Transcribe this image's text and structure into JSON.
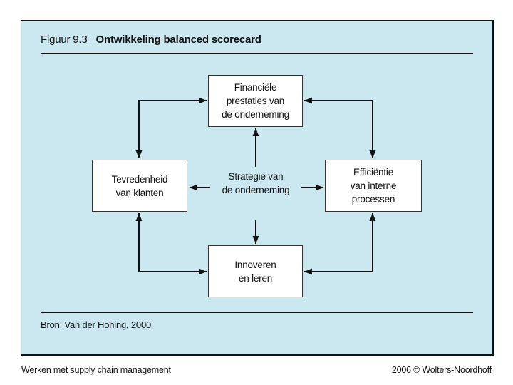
{
  "slide": {
    "figure": {
      "label": "Figuur 9.3",
      "title": "Ontwikkeling balanced scorecard",
      "source": "Bron: Van der Honing, 2000"
    },
    "diagram": {
      "type": "cycle-diagram",
      "nodes": {
        "top": "Financiële\nprestaties van\nde onderneming",
        "left": "Tevredenheid\nvan klanten",
        "center": "Strategie van\nde onderneming",
        "right": "Efficiëntie\nvan interne\nprocessen",
        "bottom": "Innoveren\nen leren"
      }
    },
    "footer": {
      "book_title": "Werken met supply chain management",
      "copyright": "2006 © Wolters-Noordhoff"
    }
  },
  "colors": {
    "panel_bg": "#cbe8f0",
    "box_bg": "#ffffff",
    "line": "#111111",
    "text": "#111111"
  }
}
